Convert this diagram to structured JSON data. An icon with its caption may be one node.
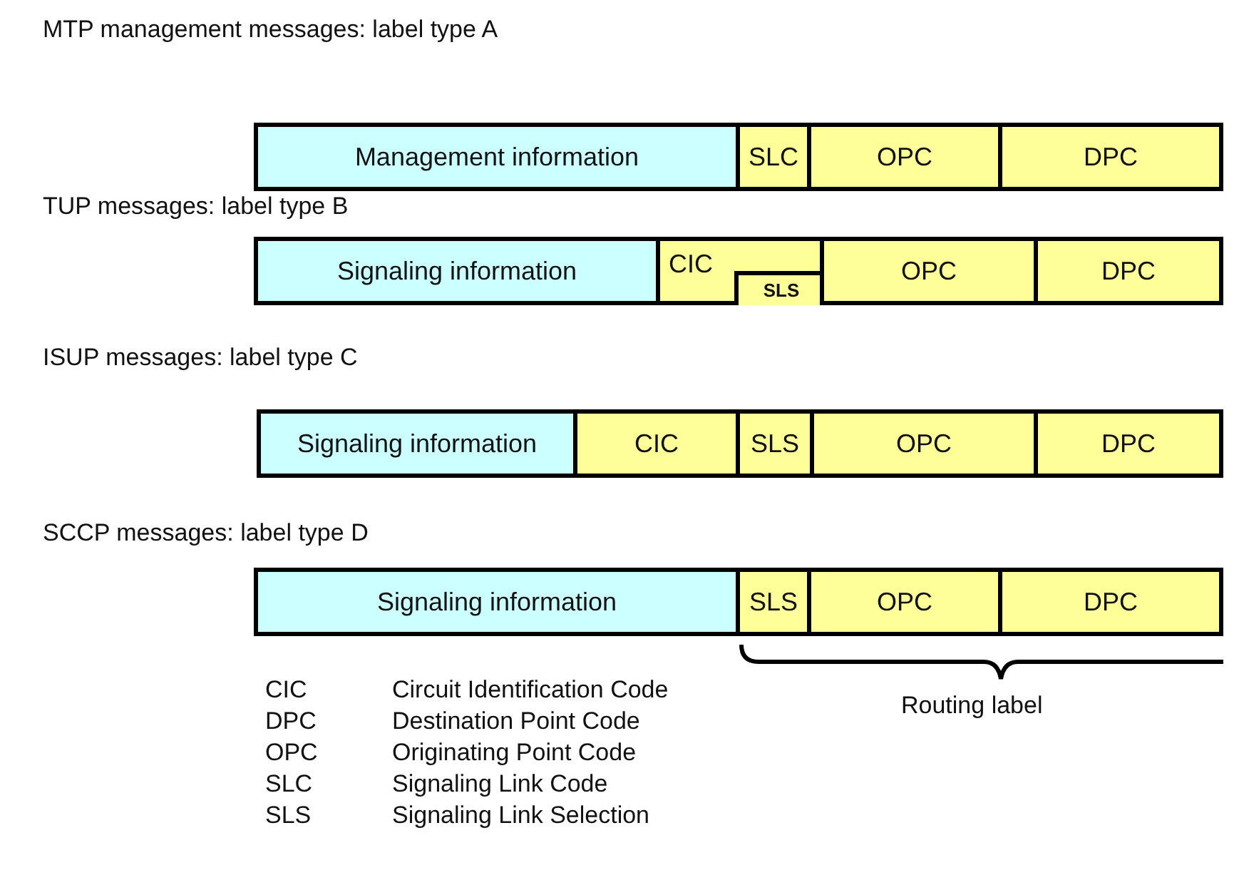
{
  "diagram": {
    "nodes": [
      {
        "text": [
          "Management information"
        ]
      },
      {
        "text": [
          "SLC"
        ]
      },
      {
        "text": [
          "OPC"
        ]
      },
      {
        "text": [
          "DPC"
        ]
      },
      {
        "text": [
          "Signaling information"
        ]
      },
      {
        "text": [
          "CIC"
        ]
      },
      {
        "text": [
          "SLS"
        ],
        "in": 5
      },
      {
        "text": [
          "OPC"
        ]
      },
      {
        "text": [
          "DPC"
        ]
      },
      {
        "text": [
          "Signaling information"
        ]
      },
      {
        "text": [
          "CIC"
        ]
      },
      {
        "text": [
          "SLS"
        ]
      },
      {
        "text": [
          "OPC"
        ]
      },
      {
        "text": [
          "DPC"
        ]
      },
      {
        "text": [
          "Signaling information"
        ]
      },
      {
        "text": [
          "SLS"
        ]
      },
      {
        "text": [
          "OPC"
        ]
      },
      {
        "text": [
          "DPC"
        ]
      }
    ],
    "edges": [],
    "labels": [
      "MTP management messages: label type A",
      "TUP messages: label type B",
      "ISUP messages: label type C",
      "SCCP messages: label type D",
      "CIC",
      "Circuit Identification Code",
      "Routing label",
      "DPC",
      "Destination Point Code",
      "OPC",
      "Originating Point Code",
      "SLC",
      "Signaling Link Code",
      "SLS",
      "Signaling Link Selection"
    ]
  }
}
